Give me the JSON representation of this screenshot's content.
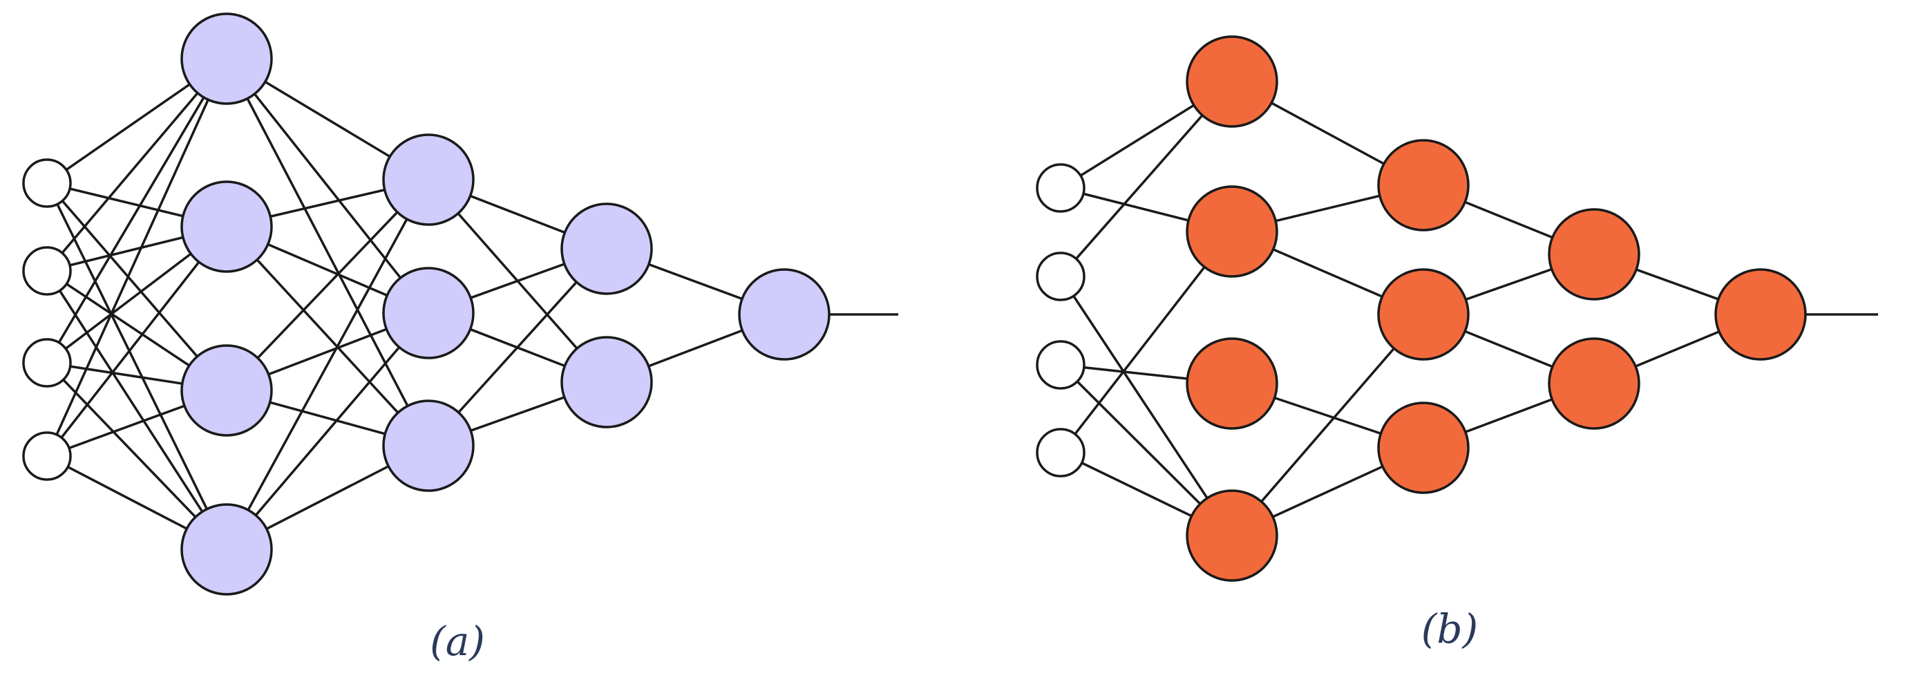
{
  "diagrams": [
    {
      "id": "a",
      "caption": "(a)",
      "node_fill": "#d0ccfb",
      "input_fill": "#ffffff",
      "layers": [
        4,
        4,
        3,
        2,
        1
      ],
      "connectivity": "fully-connected"
    },
    {
      "id": "b",
      "caption": "(b)",
      "node_fill": "#f26a3c",
      "input_fill": "#ffffff",
      "layers": [
        4,
        4,
        3,
        2,
        1
      ],
      "connectivity": "sparse"
    }
  ]
}
